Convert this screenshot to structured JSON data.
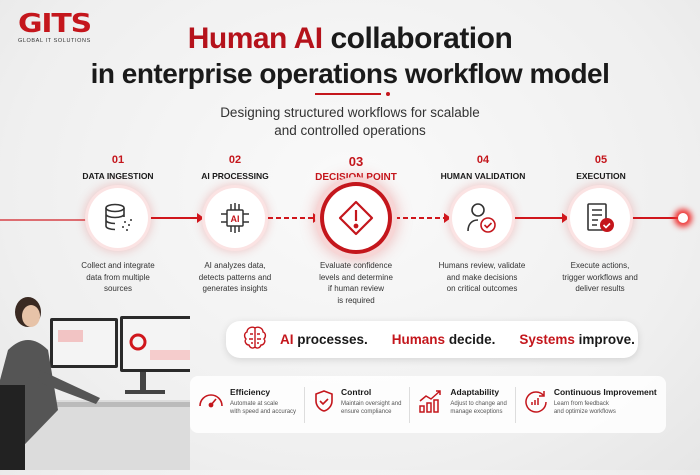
{
  "logo": {
    "mark": "GITS",
    "tagline": "GLOBAL IT SOLUTIONS"
  },
  "title": {
    "highlight": "Human AI",
    "rest": " collaboration",
    "line2": "in enterprise operations workflow model"
  },
  "subtitle": {
    "line1": "Designing structured workflows for scalable",
    "line2": "and controlled operations"
  },
  "accent_color": "#c4161c",
  "steps": [
    {
      "num": "01",
      "label": "DATA INGESTION",
      "icon": "database-icon",
      "desc": [
        "Collect and integrate",
        "data from multiple",
        "sources"
      ]
    },
    {
      "num": "02",
      "label": "AI PROCESSING",
      "icon": "ai-chip-icon",
      "desc": [
        "AI analyzes data,",
        "detects patterns and",
        "generates insights"
      ]
    },
    {
      "num": "03",
      "label": "DECISION POINT",
      "icon": "warning-diamond-icon",
      "desc": [
        "Evaluate confidence",
        "levels and determine",
        "if human review",
        "is required"
      ]
    },
    {
      "num": "04",
      "label": "HUMAN VALIDATION",
      "icon": "user-check-icon",
      "desc": [
        "Humans review, validate",
        "and make decisions",
        "on critical outcomes"
      ]
    },
    {
      "num": "05",
      "label": "EXECUTION",
      "icon": "checklist-icon",
      "desc": [
        "Execute actions,",
        "trigger workflows and",
        "deliver results"
      ]
    }
  ],
  "tagline": [
    {
      "red": "AI",
      "rest": " processes."
    },
    {
      "red": "Humans",
      "rest": " decide."
    },
    {
      "red": "Systems",
      "rest": " improve."
    }
  ],
  "features": [
    {
      "title": "Efficiency",
      "desc": [
        "Automate at scale",
        "with speed and accuracy"
      ],
      "icon": "speedometer-icon"
    },
    {
      "title": "Control",
      "desc": [
        "Maintain oversight and",
        "ensure compliance"
      ],
      "icon": "shield-check-icon"
    },
    {
      "title": "Adaptability",
      "desc": [
        "Adjust to change and",
        "manage exceptions"
      ],
      "icon": "growth-chart-icon"
    },
    {
      "title": "Continuous Improvement",
      "desc": [
        "Learn from feedback",
        "and optimize workflows"
      ],
      "icon": "cycle-chart-icon"
    }
  ]
}
